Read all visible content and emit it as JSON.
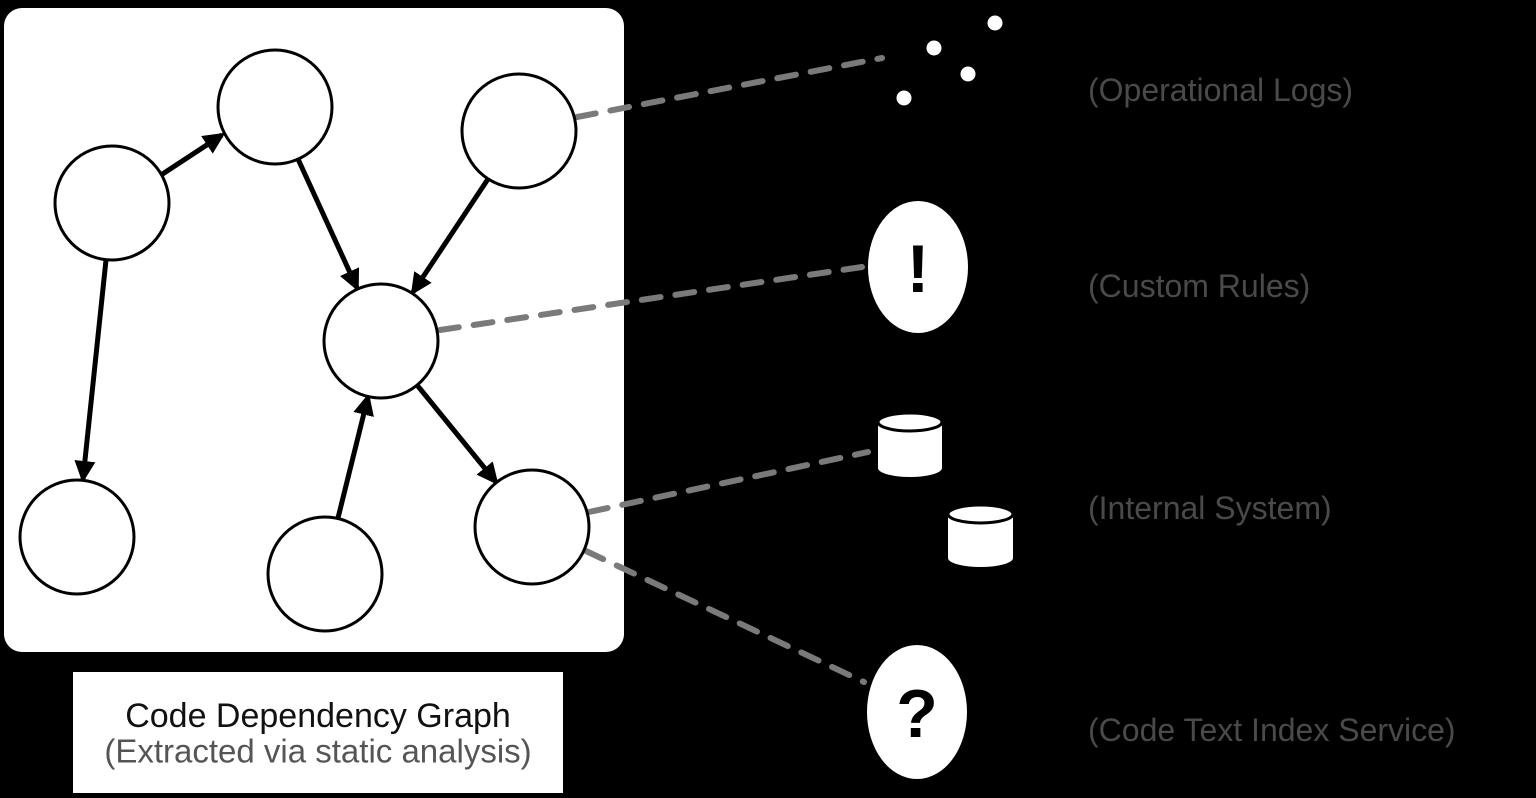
{
  "diagram": {
    "panel_caption": {
      "title": "Code Dependency Graph",
      "subtitle": "(Extracted via static analysis)"
    },
    "graph": {
      "node_count": 7,
      "nodes": [
        "node-1",
        "node-2",
        "node-3",
        "node-4",
        "node-5",
        "node-6",
        "node-7"
      ],
      "edges": [
        {
          "from": "node-3",
          "to": "node-1"
        },
        {
          "from": "node-1",
          "to": "node-4"
        },
        {
          "from": "node-2",
          "to": "node-4"
        },
        {
          "from": "node-3",
          "to": "node-5"
        },
        {
          "from": "node-6",
          "to": "node-4"
        },
        {
          "from": "node-4",
          "to": "node-7"
        }
      ]
    },
    "annotations": [
      {
        "icon": "scatter-dots-icon",
        "icon_glyph": "",
        "label": "(Operational Logs)",
        "linked_node": "node-2"
      },
      {
        "icon": "exclamation-circle-icon",
        "icon_glyph": "!",
        "label": "(Custom Rules)",
        "linked_node": "node-4"
      },
      {
        "icon": "database-cylinder-icon",
        "icon_glyph": "",
        "label": "(Internal System)",
        "linked_node": "node-7"
      },
      {
        "icon": "question-circle-icon",
        "icon_glyph": "?",
        "label": "(Code Text Index Service)",
        "linked_node": "node-7"
      }
    ],
    "colors": {
      "background": "#000000",
      "panel": "#ffffff",
      "node_stroke": "#000000",
      "dashed_connector": "#7a7a7a",
      "label_text": "#4a4a4a",
      "caption_title": "#111111",
      "caption_subtitle": "#555555"
    }
  }
}
